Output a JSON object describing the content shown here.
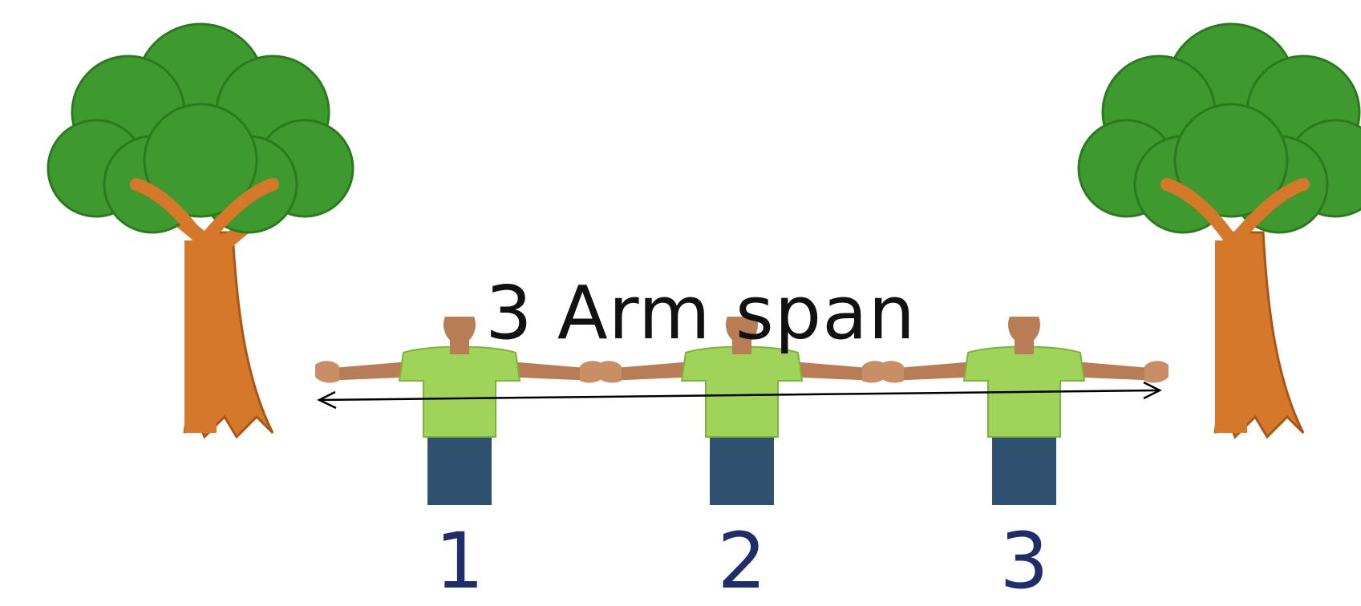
{
  "diagram": {
    "title": "3 Arm span",
    "numbers": [
      "1",
      "2",
      "3"
    ]
  },
  "colors": {
    "foliage": "#3e9a2e",
    "foliage_dark": "#2a7a1e",
    "trunk": "#d6782a",
    "shirt": "#9fd35a",
    "jeans": "#2f506e",
    "skin": "#b97d55",
    "number": "#1f2d6b"
  },
  "icons": [
    "tree-icon",
    "person-icon",
    "double-arrow-icon"
  ]
}
